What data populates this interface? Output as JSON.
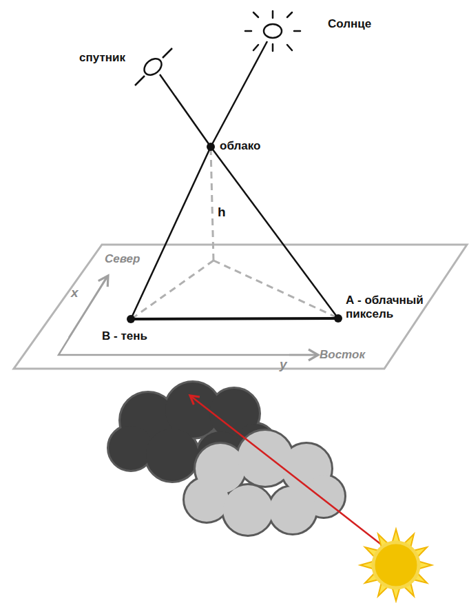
{
  "diagram": {
    "labels": [
      "спутник",
      "Солнце",
      "облако",
      "h",
      "Север",
      "x",
      "А - облачный пиксель",
      "В - тень",
      "Восток",
      "y"
    ]
  }
}
